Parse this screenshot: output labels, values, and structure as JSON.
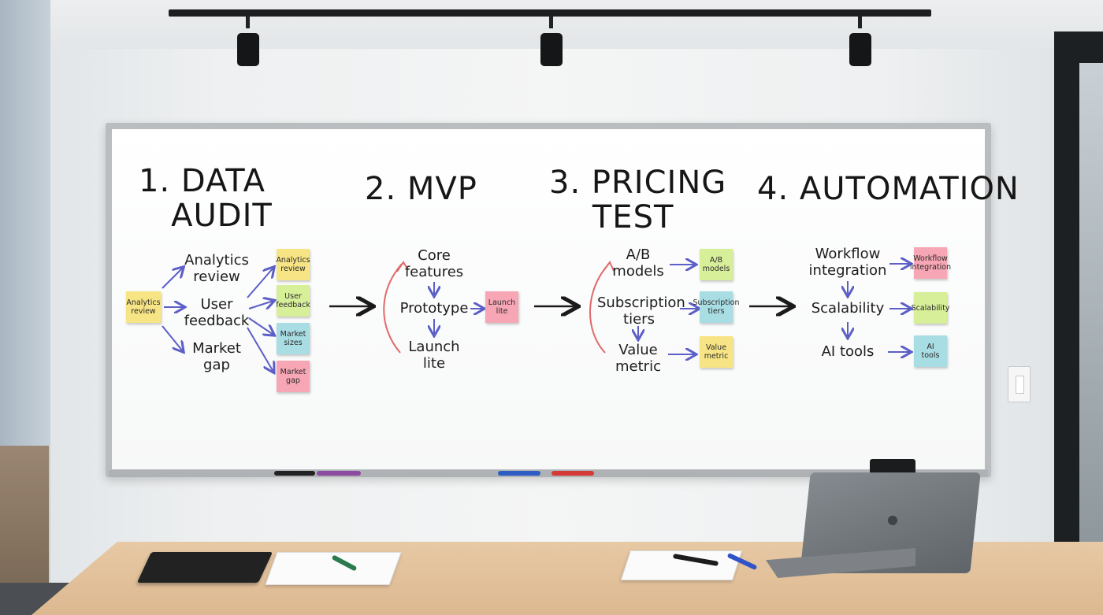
{
  "scene": {
    "description_tags": [
      "whiteboard",
      "track-lights",
      "conference-table",
      "laptop",
      "notebooks"
    ]
  },
  "board": {
    "stages": [
      {
        "heading": "1. DATA\n   AUDIT",
        "start_note": "Analytics\nreview",
        "items": [
          "Analytics\nreview",
          "User\nfeedback",
          "Market\ngap"
        ],
        "notes": [
          "Analytics\nreview",
          "User\nfeedback",
          "Market\nsizes",
          "Market\ngap"
        ]
      },
      {
        "heading": "2. MVP",
        "items": [
          "Core\nfeatures",
          "Prototype",
          "Launch\nlite"
        ],
        "notes": [
          "Launch\nlite"
        ]
      },
      {
        "heading": "3. PRICING\n    TEST",
        "items": [
          "A/B\nmodels",
          "Subscription\ntiers",
          "Value\nmetric"
        ],
        "notes": [
          "A/B\nmodels",
          "Subscription\ntiers",
          "Value\nmetric"
        ]
      },
      {
        "heading": "4. AUTOMATION",
        "items": [
          "Workflow\nintegration",
          "Scalability",
          "AI tools"
        ],
        "notes": [
          "Workflow\nintegration",
          "Scalability",
          "AI\ntools"
        ]
      }
    ]
  },
  "colors": {
    "ink": "#161616",
    "arrow_blue": "#5b5fc7",
    "arrow_red": "#e06a6a",
    "note_yellow": "#f7e585",
    "note_green": "#d8ef9a",
    "note_blue": "#a9dde4",
    "note_pink": "#f6a6b4"
  },
  "icons": {
    "laptop_logo": "apple-logo-icon"
  }
}
